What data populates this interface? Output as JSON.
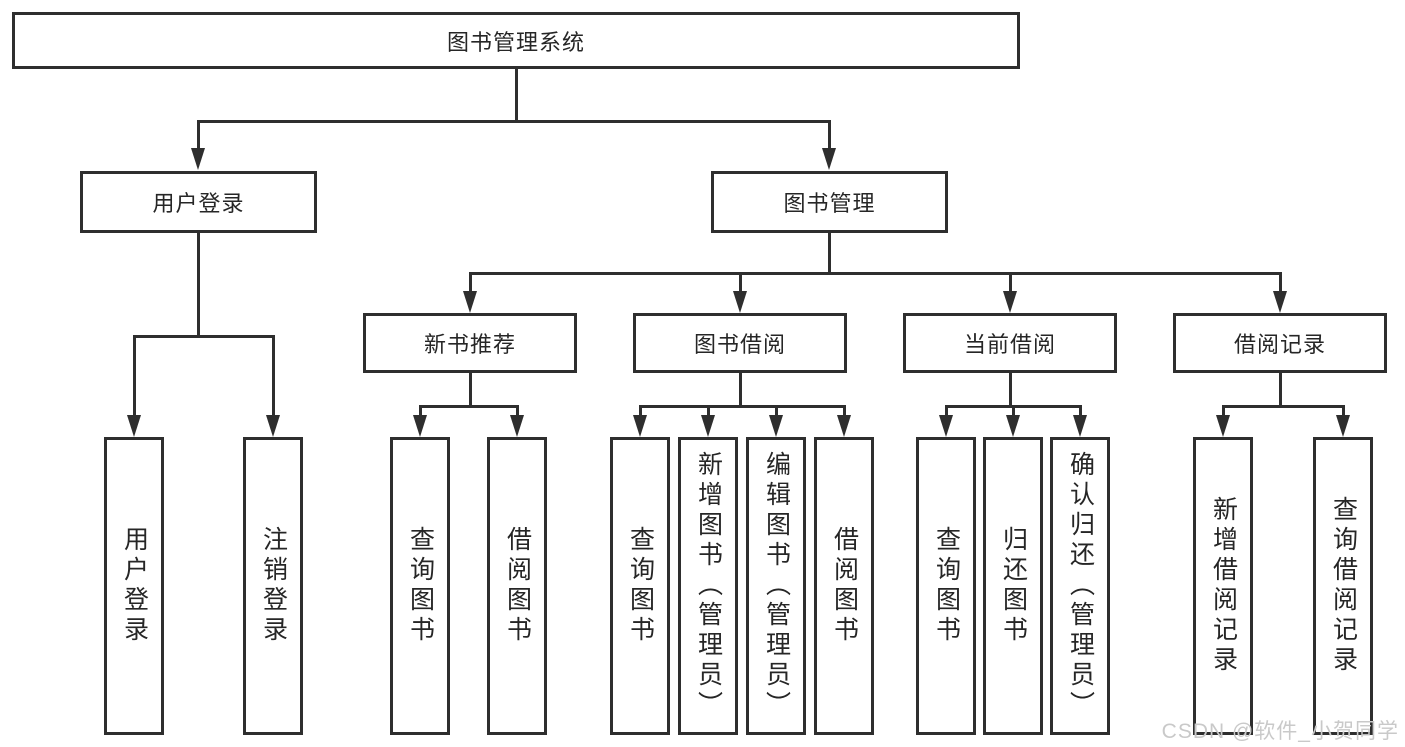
{
  "tree": {
    "root": {
      "label": "图书管理系统"
    },
    "level2": [
      {
        "label": "用户登录"
      },
      {
        "label": "图书管理"
      }
    ],
    "level3": [
      {
        "label": "新书推荐"
      },
      {
        "label": "图书借阅"
      },
      {
        "label": "当前借阅"
      },
      {
        "label": "借阅记录"
      }
    ],
    "leaves": {
      "user_login_group": [
        "用户登录",
        "注销登录"
      ],
      "new_book_group": [
        "查询图书",
        "借阅图书"
      ],
      "book_borrow_group": [
        "查询图书",
        "新增图书（管理员）",
        "编辑图书（管理员）",
        "借阅图书"
      ],
      "current_borrow_group": [
        "查询图书",
        "归还图书",
        "确认归还（管理员）"
      ],
      "record_group": [
        "新增借阅记录",
        "查询借阅记录"
      ]
    }
  },
  "watermark": {
    "text": "CSDN @软件_小贺同学",
    "color": "#c9c9c9"
  },
  "colors": {
    "line": "#2e2e2e",
    "box_background": "#ffffff",
    "text": "#262626"
  }
}
